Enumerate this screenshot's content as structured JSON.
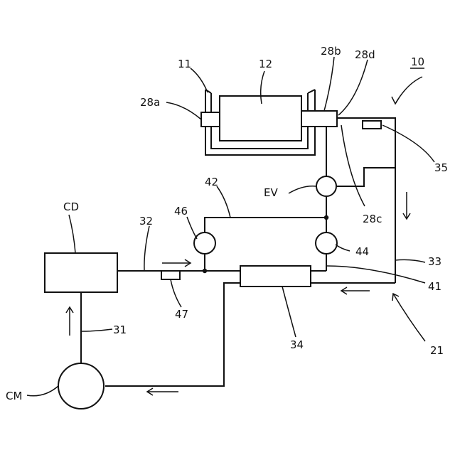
{
  "labels": {
    "l10": "10",
    "l11": "11",
    "l12": "12",
    "l28a": "28a",
    "l28b": "28b",
    "l28c": "28c",
    "l28d": "28d",
    "l35": "35",
    "lEV": "EV",
    "l42": "42",
    "l46": "46",
    "l44": "44",
    "l32": "32",
    "l33": "33",
    "l41": "41",
    "l47": "47",
    "l34": "34",
    "l21": "21",
    "lCD": "CD",
    "l31": "31",
    "lCM": "CM"
  }
}
